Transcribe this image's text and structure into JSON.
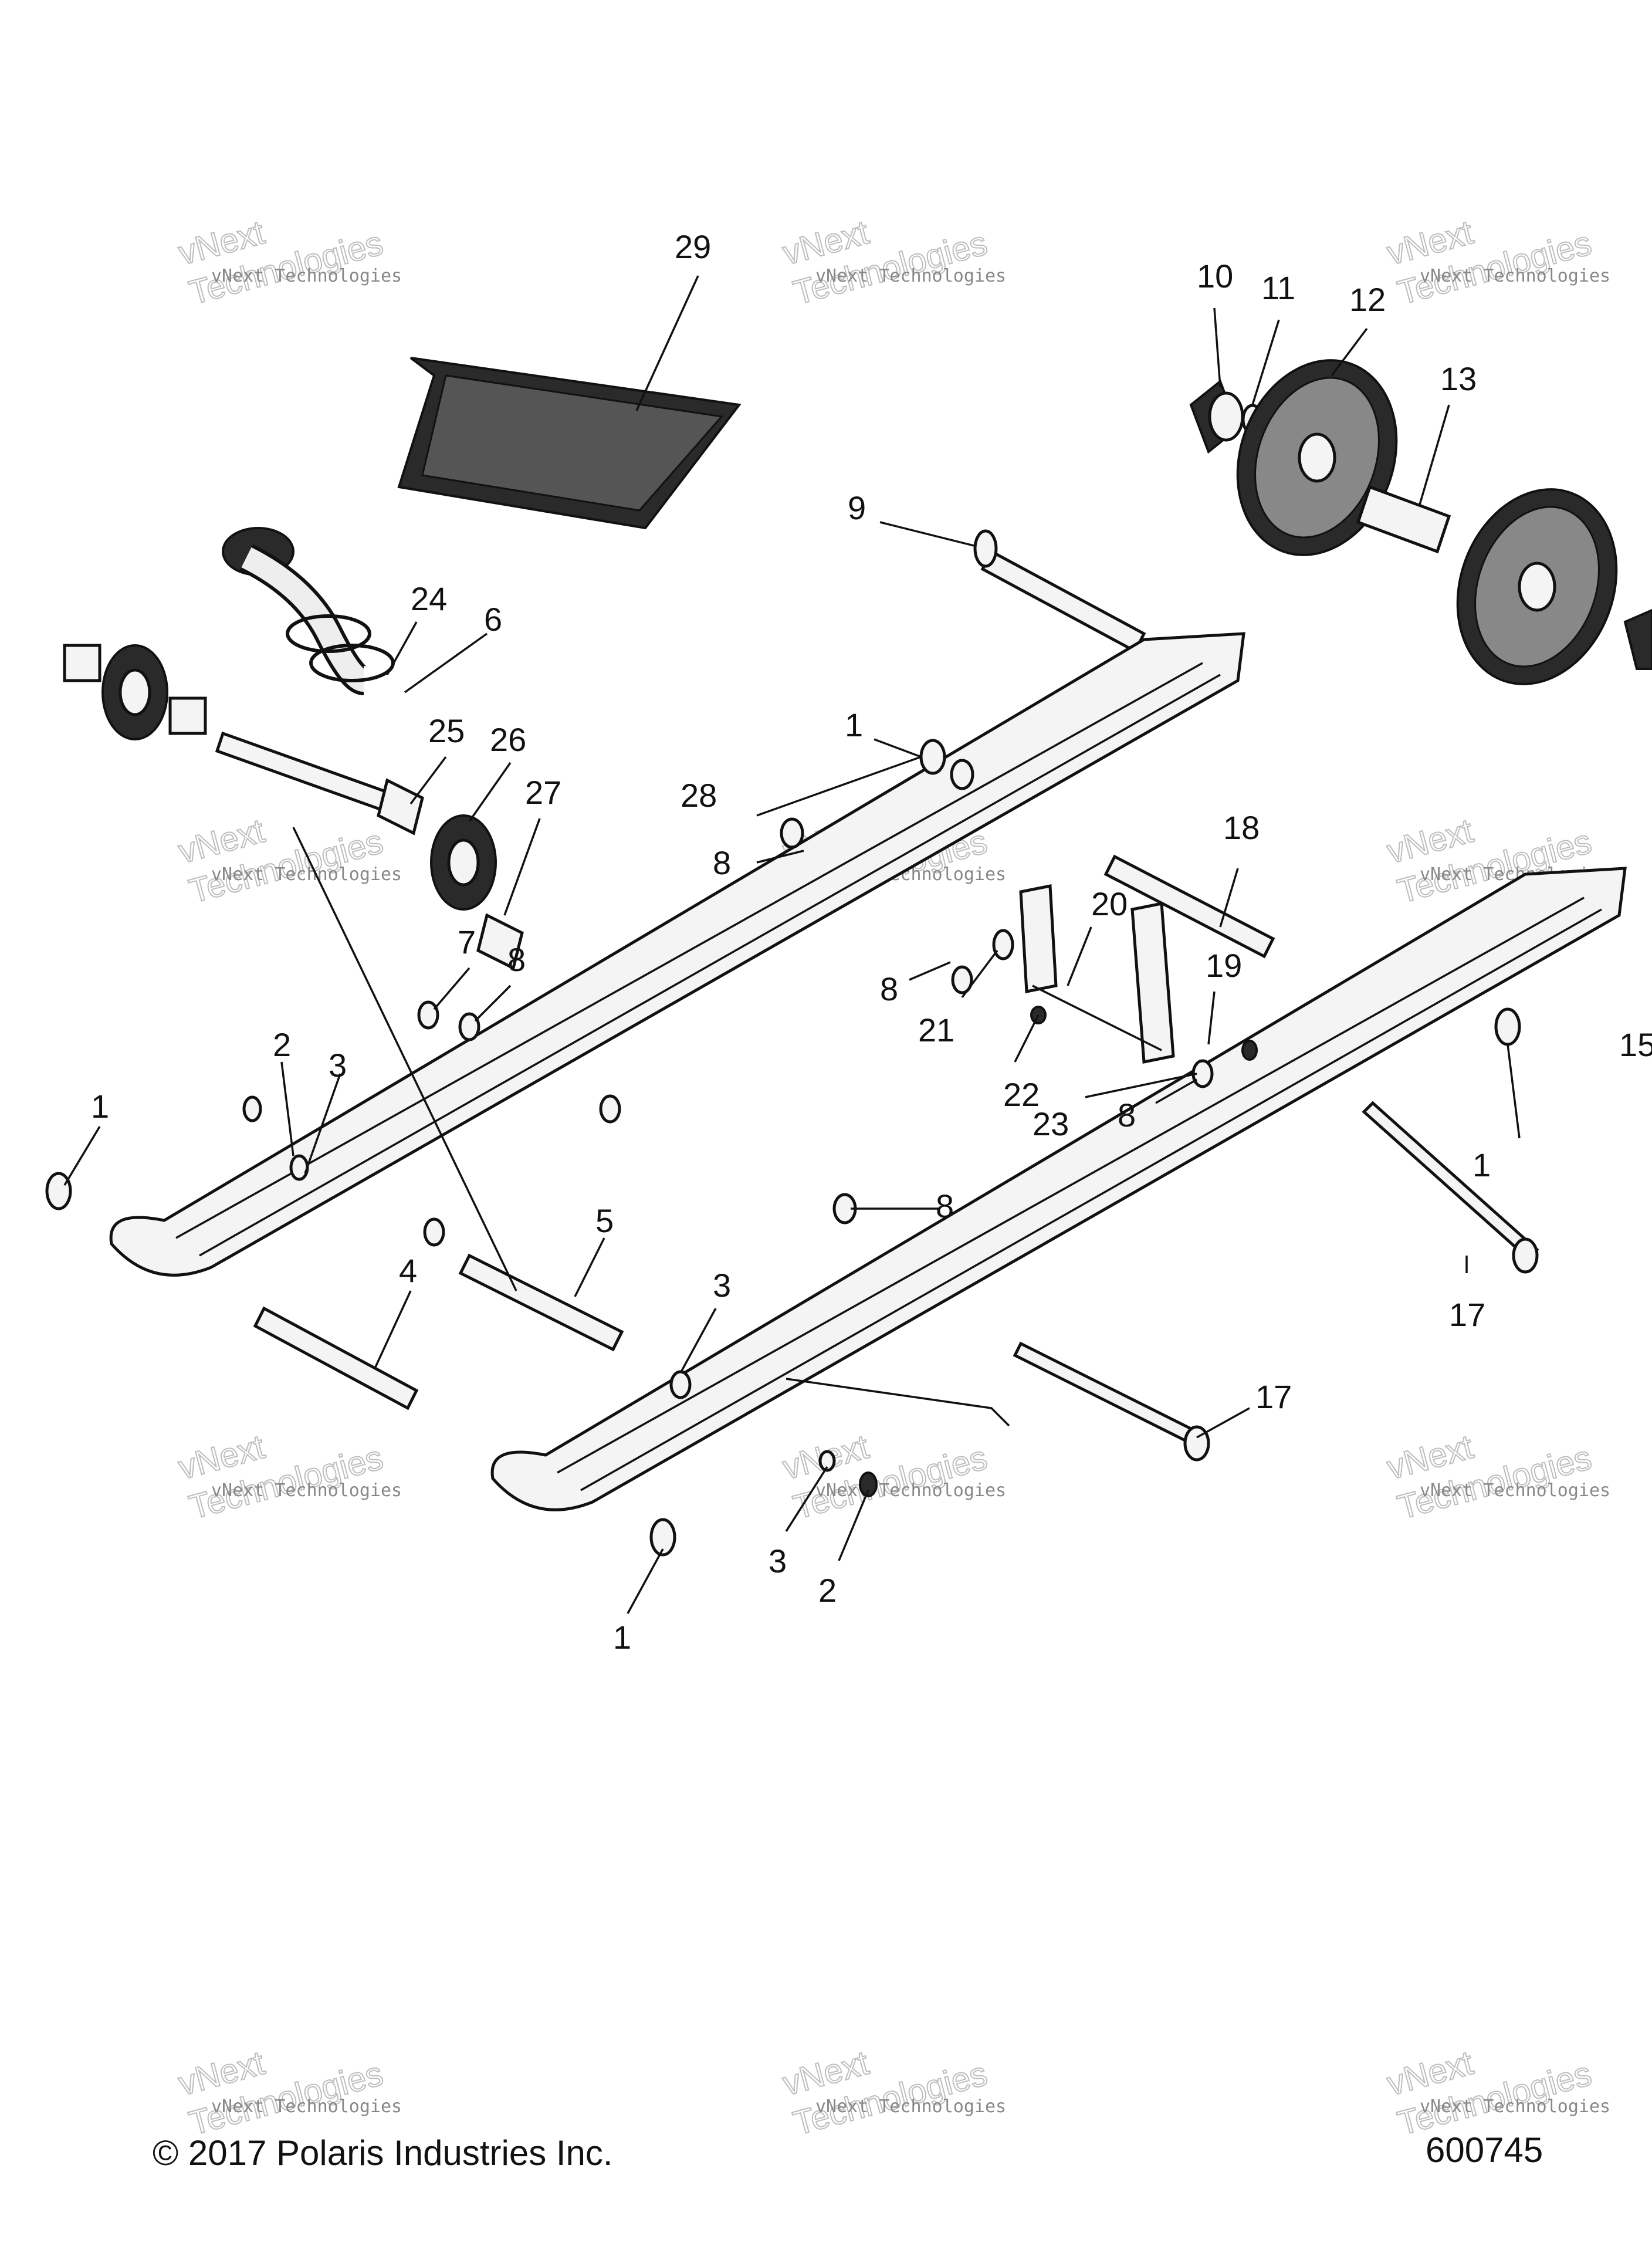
{
  "callouts": [
    {
      "id": "29",
      "label": "29"
    },
    {
      "id": "10",
      "label": "10"
    },
    {
      "id": "11",
      "label": "11"
    },
    {
      "id": "12",
      "label": "12"
    },
    {
      "id": "13",
      "label": "13"
    },
    {
      "id": "9",
      "label": "9"
    },
    {
      "id": "24",
      "label": "24"
    },
    {
      "id": "6",
      "label": "6"
    },
    {
      "id": "25",
      "label": "25"
    },
    {
      "id": "26",
      "label": "26"
    },
    {
      "id": "27",
      "label": "27"
    },
    {
      "id": "1a",
      "label": "1"
    },
    {
      "id": "28",
      "label": "28"
    },
    {
      "id": "8a",
      "label": "8"
    },
    {
      "id": "18",
      "label": "18"
    },
    {
      "id": "20",
      "label": "20"
    },
    {
      "id": "8b",
      "label": "8"
    },
    {
      "id": "21",
      "label": "21"
    },
    {
      "id": "19",
      "label": "19"
    },
    {
      "id": "7",
      "label": "7"
    },
    {
      "id": "8c",
      "label": "8"
    },
    {
      "id": "22",
      "label": "22"
    },
    {
      "id": "23",
      "label": "23"
    },
    {
      "id": "8d",
      "label": "8"
    },
    {
      "id": "15",
      "label": "15"
    },
    {
      "id": "2a",
      "label": "2"
    },
    {
      "id": "3a",
      "label": "3"
    },
    {
      "id": "1b",
      "label": "1"
    },
    {
      "id": "1c",
      "label": "1"
    },
    {
      "id": "8e",
      "label": "8"
    },
    {
      "id": "5",
      "label": "5"
    },
    {
      "id": "4",
      "label": "4"
    },
    {
      "id": "3b",
      "label": "3"
    },
    {
      "id": "17a",
      "label": "17"
    },
    {
      "id": "17b",
      "label": "17"
    },
    {
      "id": "3c",
      "label": "3"
    },
    {
      "id": "2b",
      "label": "2"
    },
    {
      "id": "1d",
      "label": "1"
    }
  ],
  "watermark": {
    "small": "vNext Technologies",
    "big_line1": "vNext",
    "big_line2": "Technologies"
  },
  "footer": {
    "copyright": "© 2017 Polaris Industries Inc.",
    "figure_number": "600745"
  }
}
